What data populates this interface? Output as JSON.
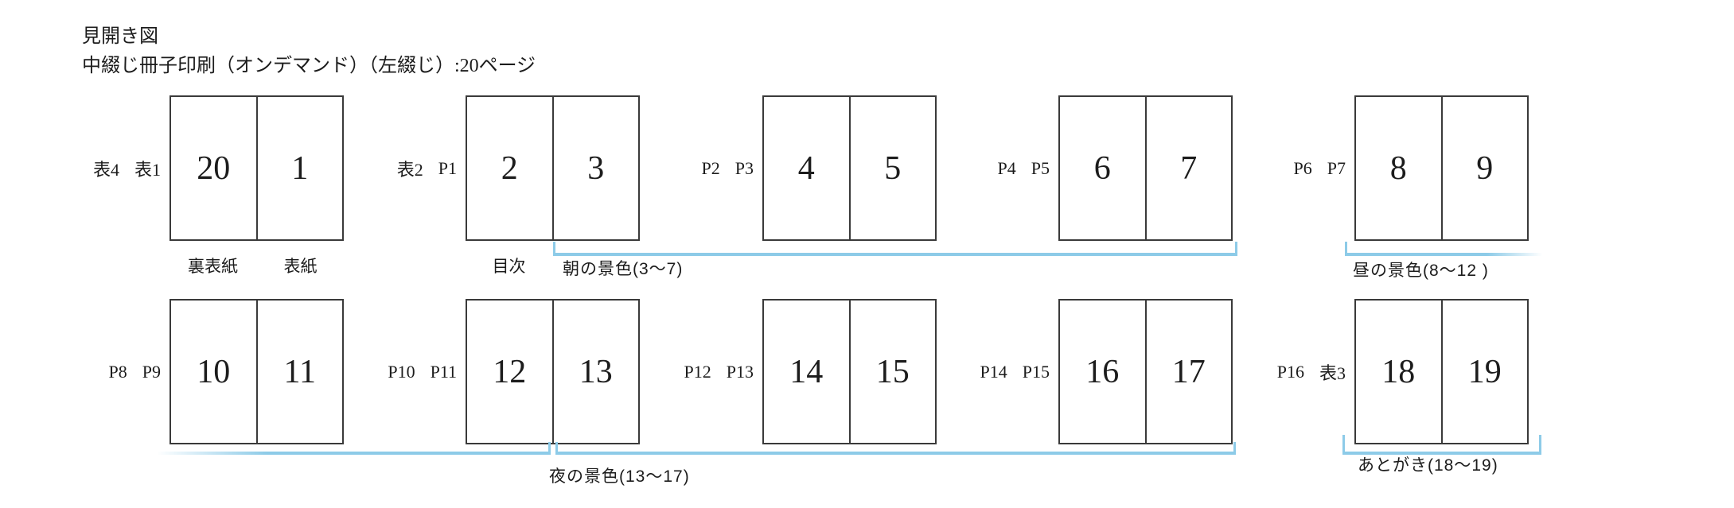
{
  "title": "見開き図",
  "subtitle": "中綴じ冊子印刷（オンデマンド）（左綴じ）:20ページ",
  "spreads": [
    {
      "outer_label": "表4",
      "inner_label": "表1",
      "left_page": "20",
      "right_page": "1",
      "left_caption": "裏表紙",
      "right_caption": "表紙"
    },
    {
      "outer_label": "表2",
      "inner_label": "P1",
      "left_page": "2",
      "right_page": "3",
      "left_caption": "目次"
    },
    {
      "outer_label": "P2",
      "inner_label": "P3",
      "left_page": "4",
      "right_page": "5"
    },
    {
      "outer_label": "P4",
      "inner_label": "P5",
      "left_page": "6",
      "right_page": "7"
    },
    {
      "outer_label": "P6",
      "inner_label": "P7",
      "left_page": "8",
      "right_page": "9"
    },
    {
      "outer_label": "P8",
      "inner_label": "P9",
      "left_page": "10",
      "right_page": "11"
    },
    {
      "outer_label": "P10",
      "inner_label": "P11",
      "left_page": "12",
      "right_page": "13"
    },
    {
      "outer_label": "P12",
      "inner_label": "P13",
      "left_page": "14",
      "right_page": "15"
    },
    {
      "outer_label": "P14",
      "inner_label": "P15",
      "left_page": "16",
      "right_page": "17"
    },
    {
      "outer_label": "P16",
      "inner_label": "表3",
      "left_page": "18",
      "right_page": "19"
    }
  ],
  "sections": {
    "morning": {
      "label": "朝の景色(3〜7)"
    },
    "noon": {
      "label": "昼の景色(8〜12 )"
    },
    "night": {
      "label": "夜の景色(13〜17)"
    },
    "afterword": {
      "label": "あとがき(18〜19)"
    }
  },
  "colors": {
    "bracket_blue": "#8DCBE8",
    "box_border": "#3a3a3a"
  }
}
